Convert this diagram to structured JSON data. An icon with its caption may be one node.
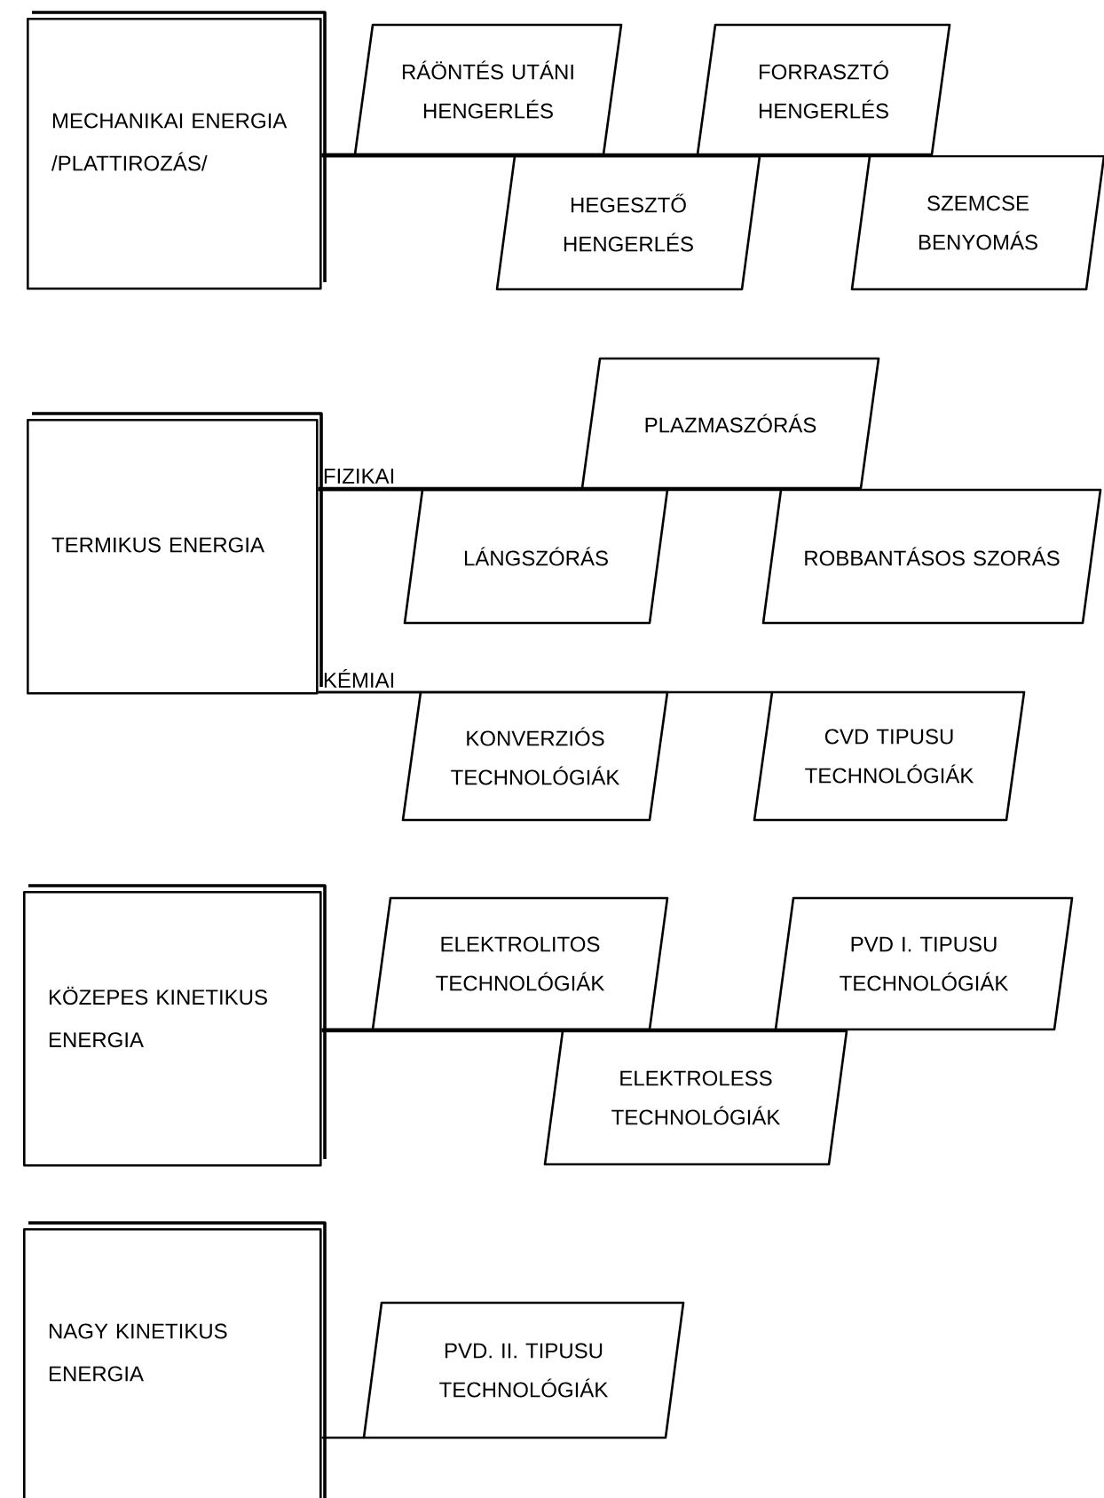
{
  "diagram": {
    "nodes": [
      {
        "text": [
          "MECHANIKAI ENERGIA /PLATTIROZÁS/"
        ]
      },
      {
        "text": [
          "RÁÖNTÉS UTÁNI HENGERLÉS"
        ]
      },
      {
        "text": [
          "FORRASZTÓ HENGERLÉS"
        ]
      },
      {
        "text": [
          "HEGESZTŐ HENGERLÉS"
        ]
      },
      {
        "text": [
          "SZEMCSE BENYOMÁS"
        ]
      },
      {
        "text": [
          "TERMIKUS ENERGIA"
        ]
      },
      {
        "text": [
          "PLAZMASZÓRÁS"
        ]
      },
      {
        "text": [
          "LÁNGSZÓRÁS"
        ]
      },
      {
        "text": [
          "ROBBANTÁSOS SZORÁS"
        ]
      },
      {
        "text": [
          "KONVERZIÓS TECHNOLÓGIÁK"
        ]
      },
      {
        "text": [
          "CVD TIPUSU TECHNOLÓGIÁK"
        ]
      },
      {
        "text": [
          "KÖZEPES KINETIKUS ENERGIA"
        ]
      },
      {
        "text": [
          "ELEKTROLITOS TECHNOLÓGIÁK"
        ]
      },
      {
        "text": [
          "PVD I. TIPUSU TECHNOLÓGIÁK"
        ]
      },
      {
        "text": [
          "ELEKTROLESS TECHNOLÓGIÁK"
        ]
      },
      {
        "text": [
          "NAGY KINETIKUS ENERGIA"
        ]
      },
      {
        "text": [
          "PVD. II. TIPUSU TECHNOLÓGIÁK"
        ]
      }
    ],
    "edges": [
      {
        "from": 0,
        "to": 1,
        "arrow": "none"
      },
      {
        "from": 0,
        "to": 2,
        "arrow": "none"
      },
      {
        "from": 0,
        "to": 3,
        "arrow": "none"
      },
      {
        "from": 0,
        "to": 4,
        "arrow": "none"
      },
      {
        "from": 5,
        "to": 6,
        "arrow": "none",
        "label": "FIZIKAI"
      },
      {
        "from": 5,
        "to": 7,
        "arrow": "none"
      },
      {
        "from": 5,
        "to": 8,
        "arrow": "none"
      },
      {
        "from": 5,
        "to": 9,
        "arrow": "none",
        "label": "KÉMIAI"
      },
      {
        "from": 5,
        "to": 10,
        "arrow": "none"
      },
      {
        "from": 11,
        "to": 12,
        "arrow": "none"
      },
      {
        "from": 11,
        "to": 13,
        "arrow": "none"
      },
      {
        "from": 11,
        "to": 14,
        "arrow": "none"
      },
      {
        "from": 15,
        "to": 16,
        "arrow": "none"
      }
    ]
  }
}
